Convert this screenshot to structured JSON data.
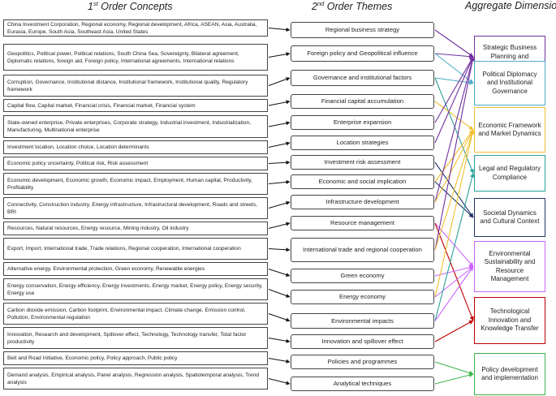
{
  "headers": {
    "first_pre": "1",
    "first_sup": "st",
    "first_post": " Order Concepts",
    "second_pre": "2",
    "second_sup": "nd",
    "second_post": " Order Themes",
    "aggregate": "Aggregate Dimensions"
  },
  "concepts": [
    "China Investment Corporation, Regional economy, Regional development, Africa, ASEAN, Asia, Australia, Eurasia, Europe, South Asia, Southeast Asia, United States",
    "Geopolitics, Political power, Political relations, South China Sea, Sovereignty, Bilateral agreement, Diplomatic relations, foreign aid, Foreign policy, International agreements, International relations",
    "Corruption, Governance, Institutional distance, Institutional framework, Institutional quality, Regulatory framework",
    "Capital flow, Capital market, Financial crisis, Financial market, Financial system",
    "State-owned enterprise, Private enterprises, Corporate strategy, Industrial investment, Industrialization, Manufacturing, Multinational enterprise",
    "Investment location, Location choice, Location determinants",
    "Economic policy uncertainty, Political risk, Risk assessment",
    "Economic development, Economic growth, Economic impact, Employment, Human capital, Productivity, Profitability",
    "Connectivity, Construction industry, Energy infrastructure, Infrastructural development, Roads and streets, BRI",
    "Resources, Natural resources, Energy resource, Mining industry, Oil industry",
    "Export, Import, International trade, Trade relations, Regional cooperation, International cooperation",
    "Alternative energy, Environmental protection, Green economy, Renewable energies",
    "Energy conservation, Energy efficiency, Energy investments, Energy market, Energy policy, Energy security, Energy use",
    "Carbon dioxide emission, Carbon footprint, Environmental impact, Climate change, Emission control, Pollution, Environmental regulation",
    "Innovation, Research and development, Spillover effect, Technology, Technology transfer, Total factor productivity",
    "Belt and Road Initiative, Economic policy, Policy approach, Public policy",
    "Demand analysis, Empirical analysis, Panel analysis, Regression analysis, Spatiotemporal analysis, Trend analysis"
  ],
  "themes": [
    "Regional business strategy",
    "Foreign policy and Geopolitical influence",
    "Governance and institutional factors",
    "Financial capital accumulation",
    "Enterprise expansion",
    "Location strategies",
    "Investment risk assessment",
    "Economic and social implication",
    "Infrastructure development",
    "Resource management",
    "International trade and regional cooperation",
    "Green economy",
    "Energy economy",
    "Environmental impacts",
    "Innovation and spillover effect",
    "Policies and programmes",
    "Analytical techniques"
  ],
  "dimensions": [
    {
      "label": "Strategic Business Planning and Execution",
      "color": "#7030a0"
    },
    {
      "label": "Political Diplomacy and Institutional Governance",
      "color": "#4bacc6"
    },
    {
      "label": "Economic Framework and Market Dynamics",
      "color": "#f0c030"
    },
    {
      "label": "Legal and Regulatory Compliance",
      "color": "#2aa198"
    },
    {
      "label": "Societal Dynamics and Cultural Context",
      "color": "#1f3864"
    },
    {
      "label": "Environmental Sustainability and Resource Management",
      "color": "#cc66ff"
    },
    {
      "label": "Technological Innovation and Knowledge Transfer",
      "color": "#c00000"
    },
    {
      "label": "Policy development and implementation",
      "color": "#3cb44b"
    }
  ],
  "links": [
    [
      0,
      0
    ],
    [
      1,
      0
    ],
    [
      1,
      1
    ],
    [
      2,
      1
    ],
    [
      2,
      3
    ],
    [
      3,
      2
    ],
    [
      4,
      0
    ],
    [
      5,
      0
    ],
    [
      6,
      4
    ],
    [
      7,
      2
    ],
    [
      7,
      4
    ],
    [
      8,
      0
    ],
    [
      8,
      2
    ],
    [
      9,
      5
    ],
    [
      9,
      6
    ],
    [
      10,
      0
    ],
    [
      10,
      2
    ],
    [
      11,
      5
    ],
    [
      12,
      2
    ],
    [
      12,
      5
    ],
    [
      13,
      3
    ],
    [
      13,
      5
    ],
    [
      14,
      6
    ],
    [
      15,
      7
    ],
    [
      16,
      7
    ]
  ]
}
